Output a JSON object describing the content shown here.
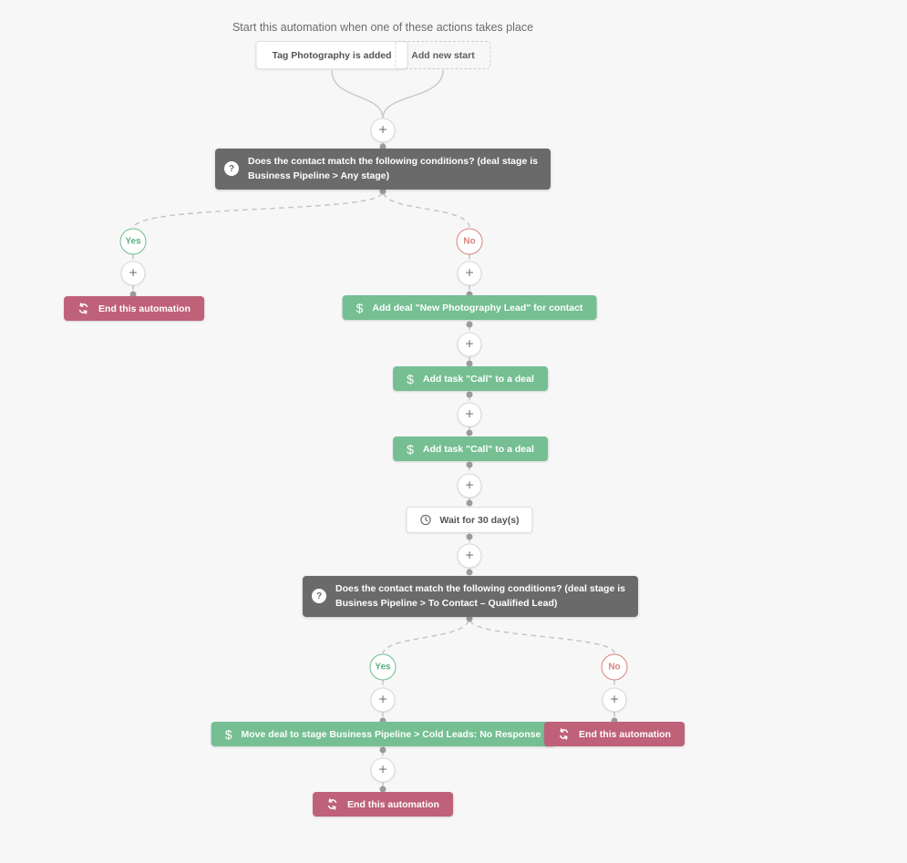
{
  "header": {
    "title": "Start this automation when one of these actions takes place"
  },
  "starts": [
    {
      "label": "Tag Photography is added"
    },
    {
      "label": "Add new start"
    }
  ],
  "branch": {
    "yes": "Yes",
    "no": "No"
  },
  "nodes": {
    "condition1": "Does the contact match the following conditions? (deal stage is Business Pipeline > Any stage)",
    "condition2": "Does the contact match the following conditions? (deal stage is Business Pipeline > To Contact – Qualified Lead)",
    "end": "End this automation",
    "add_deal": "Add deal \"New Photography Lead\" for contact",
    "add_task": "Add task \"Call\" to a deal",
    "wait": "Wait for 30 day(s)",
    "move_deal": "Move deal to stage Business Pipeline > Cold Leads: No Response"
  },
  "icons": {
    "plus": "+",
    "dollar": "$",
    "question": "?"
  },
  "colors": {
    "action_green": "#75bf92",
    "action_pink": "#bf6178",
    "condition_gray": "#6a6a6a",
    "yes_green": "#5bb27d",
    "no_red": "#d9837b",
    "background": "#f7f7f8"
  }
}
